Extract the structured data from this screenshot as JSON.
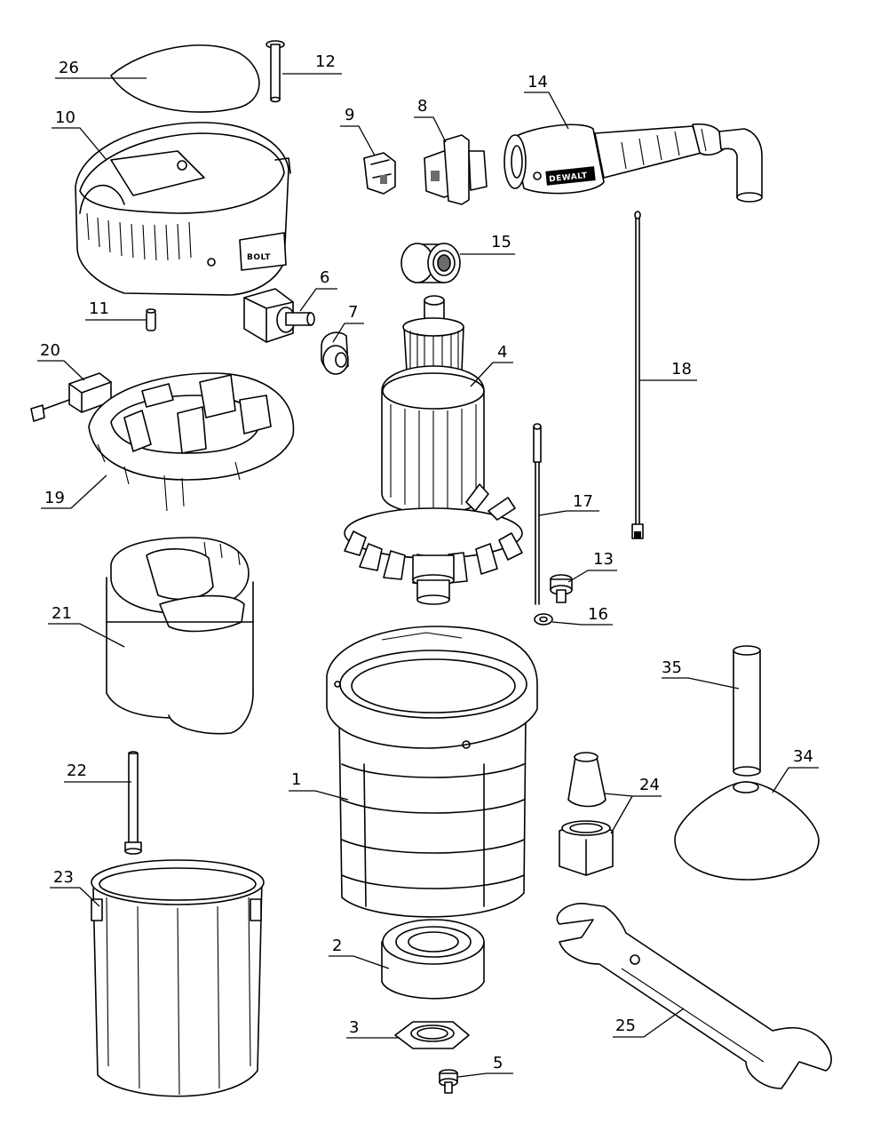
{
  "diagram": {
    "callouts": [
      {
        "id": "c26",
        "label": "26"
      },
      {
        "id": "c12",
        "label": "12"
      },
      {
        "id": "c10",
        "label": "10"
      },
      {
        "id": "c9",
        "label": "9"
      },
      {
        "id": "c8",
        "label": "8"
      },
      {
        "id": "c14",
        "label": "14"
      },
      {
        "id": "c15",
        "label": "15"
      },
      {
        "id": "c6",
        "label": "6"
      },
      {
        "id": "c11",
        "label": "11"
      },
      {
        "id": "c7",
        "label": "7"
      },
      {
        "id": "c20",
        "label": "20"
      },
      {
        "id": "c4",
        "label": "4"
      },
      {
        "id": "c18",
        "label": "18"
      },
      {
        "id": "c19",
        "label": "19"
      },
      {
        "id": "c17",
        "label": "17"
      },
      {
        "id": "c13",
        "label": "13"
      },
      {
        "id": "c21",
        "label": "21"
      },
      {
        "id": "c16",
        "label": "16"
      },
      {
        "id": "c35",
        "label": "35"
      },
      {
        "id": "c34",
        "label": "34"
      },
      {
        "id": "c22",
        "label": "22"
      },
      {
        "id": "c1",
        "label": "1"
      },
      {
        "id": "c24",
        "label": "24"
      },
      {
        "id": "c23",
        "label": "23"
      },
      {
        "id": "c2",
        "label": "2"
      },
      {
        "id": "c25",
        "label": "25"
      },
      {
        "id": "c3",
        "label": "3"
      },
      {
        "id": "c5",
        "label": "5"
      }
    ],
    "brand_logo": "DEWALT",
    "motor_cover_marking": "BOLT"
  }
}
